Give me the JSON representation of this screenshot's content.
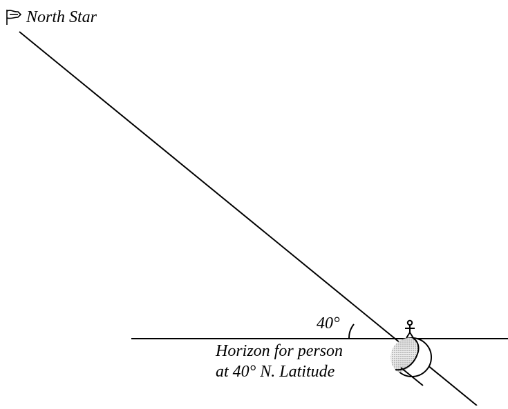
{
  "diagram": {
    "star_label": "North Star",
    "angle_label": "40°",
    "horizon_label_line1": "Horizon for person",
    "horizon_label_line2": "at 40° N. Latitude",
    "star_icon": "star-arrow-icon",
    "person_icon": "stick-figure-icon",
    "earth_icon": "earth-globe-icon",
    "colors": {
      "line": "#000000",
      "earth_fill": "#d9d9d9",
      "background": "#ffffff"
    }
  }
}
